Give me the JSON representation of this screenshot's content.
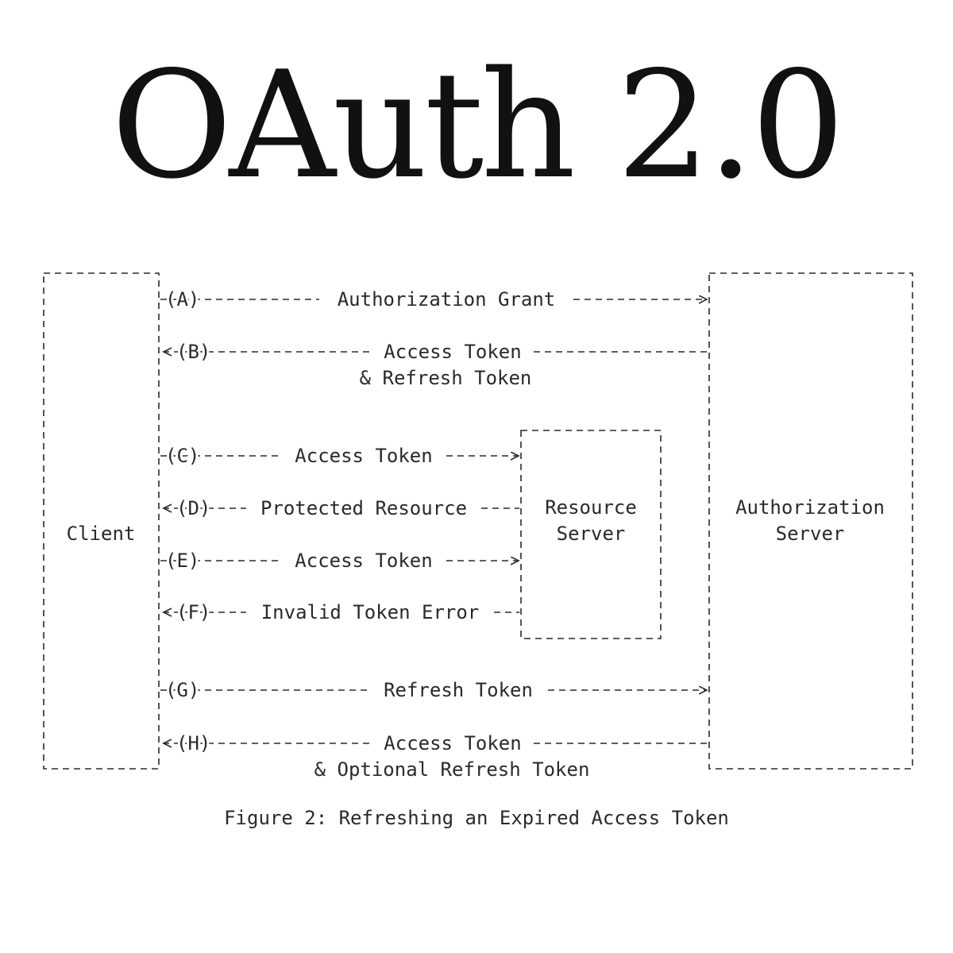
{
  "title": "OAuth 2.0",
  "caption": "Figure 2: Refreshing an Expired Access Token",
  "nodes": {
    "client": "Client",
    "resource_server": [
      "Resource",
      "Server"
    ],
    "authorization_server": [
      "Authorization",
      "Server"
    ]
  },
  "flows": [
    {
      "step": "(A)",
      "label": "Authorization Grant",
      "direction": "to-auth"
    },
    {
      "step": "(B)",
      "label": "Access Token",
      "sublabel": "& Refresh Token",
      "direction": "to-client"
    },
    {
      "step": "(C)",
      "label": "Access Token",
      "direction": "to-resource"
    },
    {
      "step": "(D)",
      "label": "Protected Resource",
      "direction": "to-client"
    },
    {
      "step": "(E)",
      "label": "Access Token",
      "direction": "to-resource"
    },
    {
      "step": "(F)",
      "label": "Invalid Token Error",
      "direction": "to-client"
    },
    {
      "step": "(G)",
      "label": "Refresh Token",
      "direction": "to-auth"
    },
    {
      "step": "(H)",
      "label": "Access Token",
      "sublabel": "& Optional Refresh Token",
      "direction": "to-client"
    }
  ]
}
